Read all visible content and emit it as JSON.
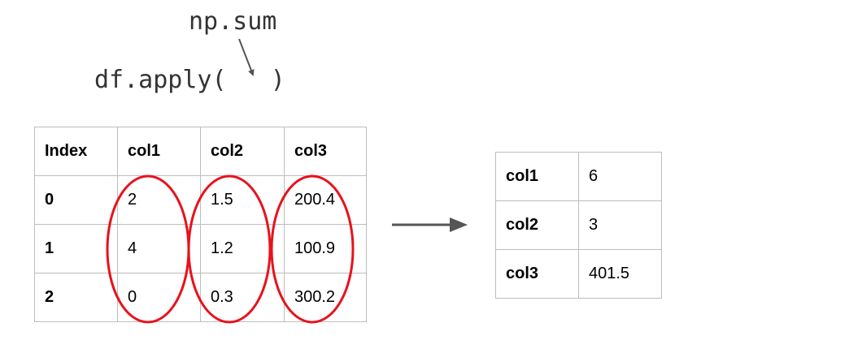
{
  "code": {
    "func_arg": "np.sum",
    "call": "df.apply(   )"
  },
  "source_table": {
    "headers": [
      "Index",
      "col1",
      "col2",
      "col3"
    ],
    "rows": [
      [
        "0",
        "2",
        "1.5",
        "200.4"
      ],
      [
        "1",
        "4",
        "1.2",
        "100.9"
      ],
      [
        "2",
        "0",
        "0.3",
        "300.2"
      ]
    ]
  },
  "result_table": {
    "rows": [
      [
        "col1",
        "6"
      ],
      [
        "col2",
        "3"
      ],
      [
        "col3",
        "401.5"
      ]
    ]
  },
  "colors": {
    "ellipse": "#e8121c",
    "arrow": "#555555",
    "grid": "#bdbdbd",
    "code_text": "#333333"
  }
}
